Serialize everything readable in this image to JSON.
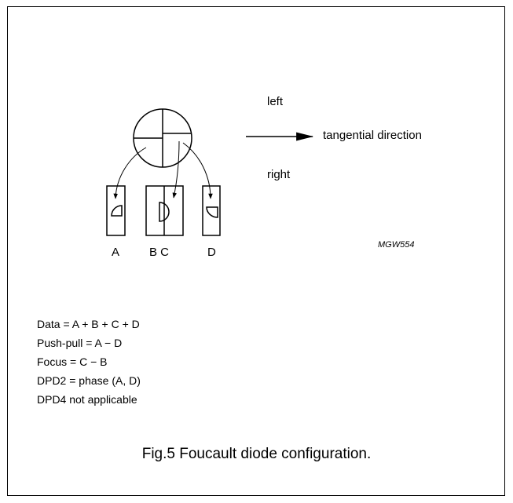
{
  "directions": {
    "left": "left",
    "right": "right",
    "tangential": "tangential direction"
  },
  "detectors": {
    "a": "A",
    "bc": "B C",
    "d": "D"
  },
  "code": "MGW554",
  "equations": [
    "Data = A + B + C + D",
    "Push-pull = A − D",
    "Focus = C − B",
    "DPD2 = phase (A, D)",
    "DPD4 not applicable"
  ],
  "caption": "Fig.5  Foucault diode configuration."
}
